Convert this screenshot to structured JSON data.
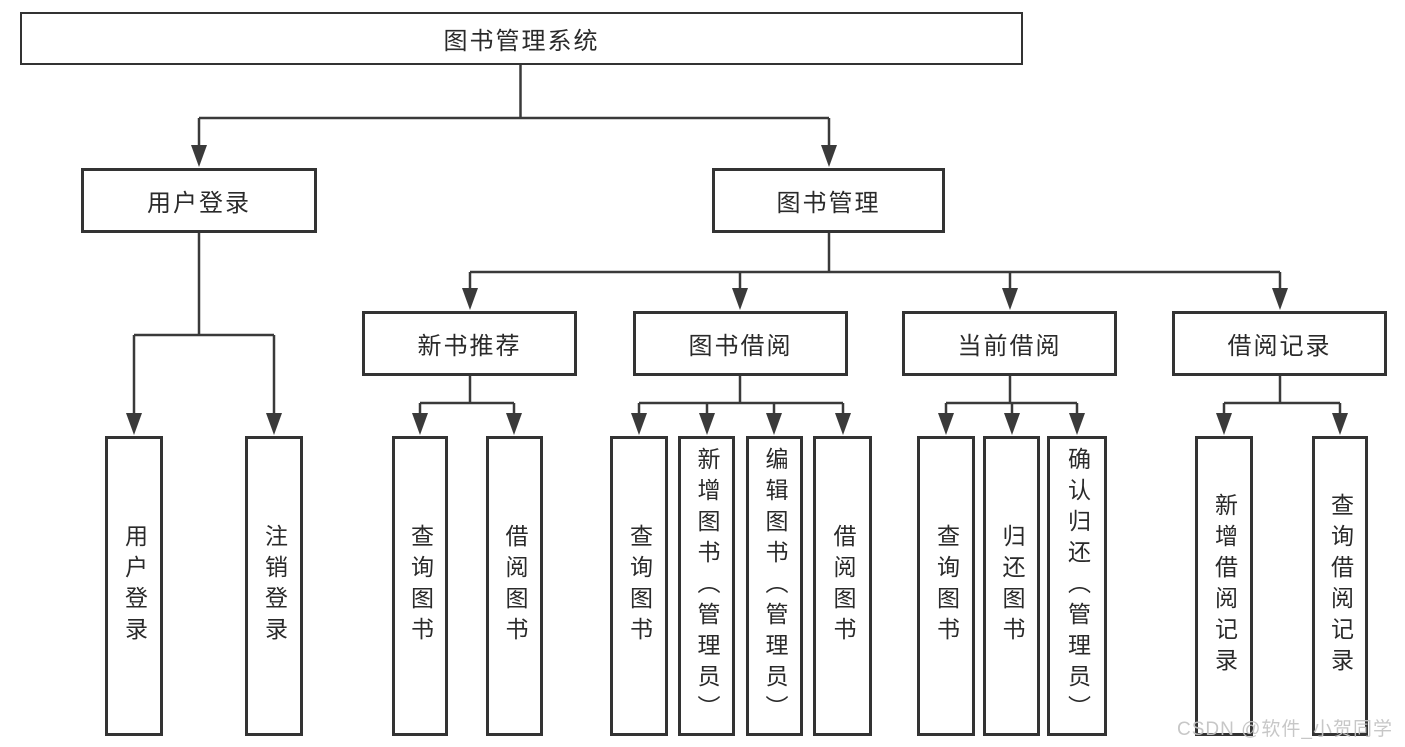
{
  "colors": {
    "line": "#3a3a3a",
    "box_border": "#333333",
    "text": "#2a2a2a",
    "watermark": "#c5c5c5",
    "background": "#ffffff"
  },
  "tree": {
    "root": "图书管理系统",
    "branches": [
      {
        "label": "用户登录",
        "children": [
          "用户登录",
          "注销登录"
        ]
      },
      {
        "label": "图书管理",
        "children": [
          {
            "label": "新书推荐",
            "children": [
              "查询图书",
              "借阅图书"
            ]
          },
          {
            "label": "图书借阅",
            "children": [
              "查询图书",
              "新增图书（管理员）",
              "编辑图书（管理员）",
              "借阅图书"
            ]
          },
          {
            "label": "当前借阅",
            "children": [
              "查询图书",
              "归还图书",
              "确认归还（管理员）"
            ]
          },
          {
            "label": "借阅记录",
            "children": [
              "新增借阅记录",
              "查询借阅记录"
            ]
          }
        ]
      }
    ]
  },
  "watermark": "CSDN @软件_小贺同学"
}
